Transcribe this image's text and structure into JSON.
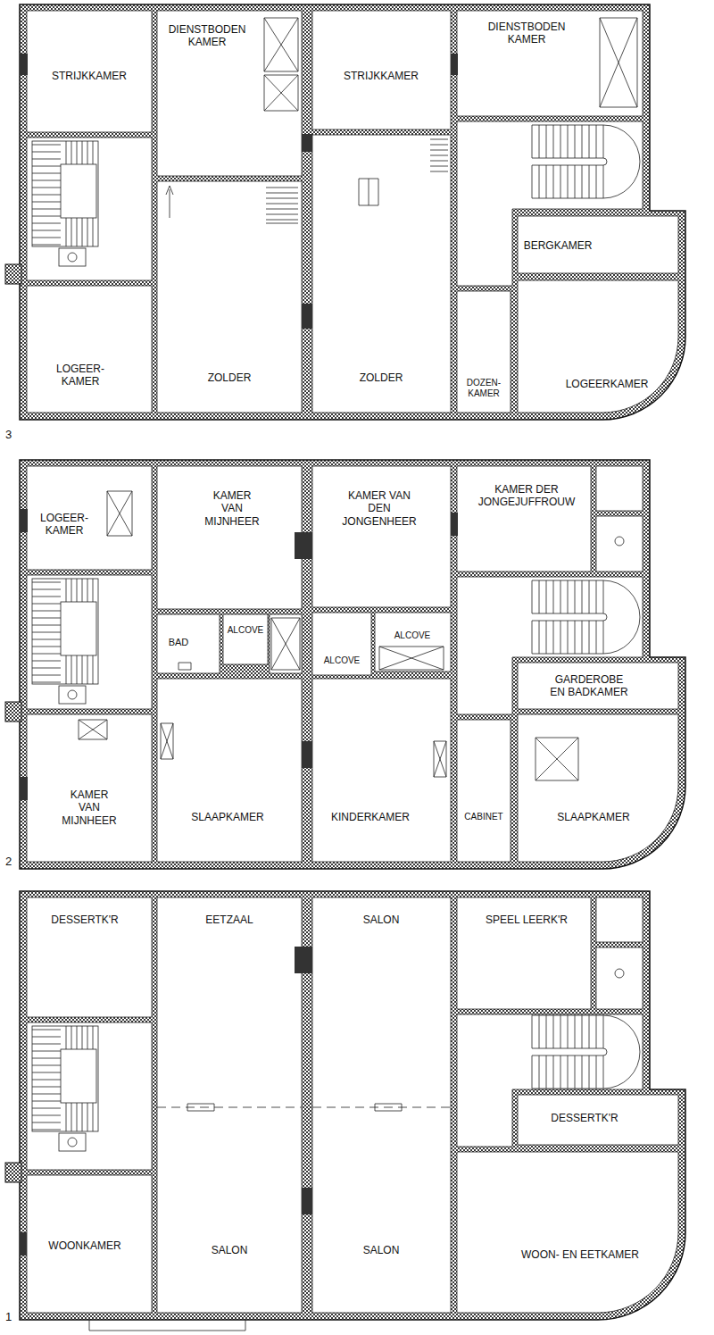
{
  "diagram": {
    "nodes": [
      {
        "text": [
          "STRIJKKAMER"
        ]
      },
      {
        "text": [
          "DIENSTBODEN KAMER"
        ]
      },
      {
        "text": [
          "STRIJKKAMER"
        ]
      },
      {
        "text": [
          "DIENSTBODEN KAMER"
        ]
      },
      {
        "text": [
          "BERGKAMER"
        ]
      },
      {
        "text": [
          "LOGEER- KAMER"
        ]
      },
      {
        "text": [
          "ZOLDER"
        ]
      },
      {
        "text": [
          "ZOLDER"
        ]
      },
      {
        "text": [
          "DOZEN- KAMER"
        ]
      },
      {
        "text": [
          "LOGEERKAMER"
        ]
      },
      {
        "text": [
          "LOGEER- KAMER"
        ]
      },
      {
        "text": [
          "KAMER VAN MIJNHEER"
        ]
      },
      {
        "text": [
          "KAMER VAN DEN JONGENHEER"
        ]
      },
      {
        "text": [
          "KAMER DER JONGEJUFFROUW"
        ]
      },
      {
        "text": [
          "BAD"
        ]
      },
      {
        "text": [
          "ALCOVE"
        ]
      },
      {
        "text": [
          "ALCOVE"
        ]
      },
      {
        "text": [
          "ALCOVE"
        ]
      },
      {
        "text": [
          "GARDEROBE EN BADKAMER"
        ]
      },
      {
        "text": [
          "KAMER VAN MIJNHEER"
        ]
      },
      {
        "text": [
          "SLAAPKAMER"
        ]
      },
      {
        "text": [
          "KINDERKAMER"
        ]
      },
      {
        "text": [
          "CABINET"
        ]
      },
      {
        "text": [
          "SLAAPKAMER"
        ]
      },
      {
        "text": [
          "DESSERTK'R"
        ]
      },
      {
        "text": [
          "EETZAAL"
        ]
      },
      {
        "text": [
          "SALON"
        ]
      },
      {
        "text": [
          "SPEEL LEERK'R"
        ]
      },
      {
        "text": [
          "DESSERTK'R"
        ]
      },
      {
        "text": [
          "WOONKAMER"
        ]
      },
      {
        "text": [
          "SALON"
        ]
      },
      {
        "text": [
          "SALON"
        ]
      },
      {
        "text": [
          "WOON- EN EETKAMER"
        ]
      }
    ],
    "labels": [
      "3",
      "2",
      "1"
    ]
  }
}
